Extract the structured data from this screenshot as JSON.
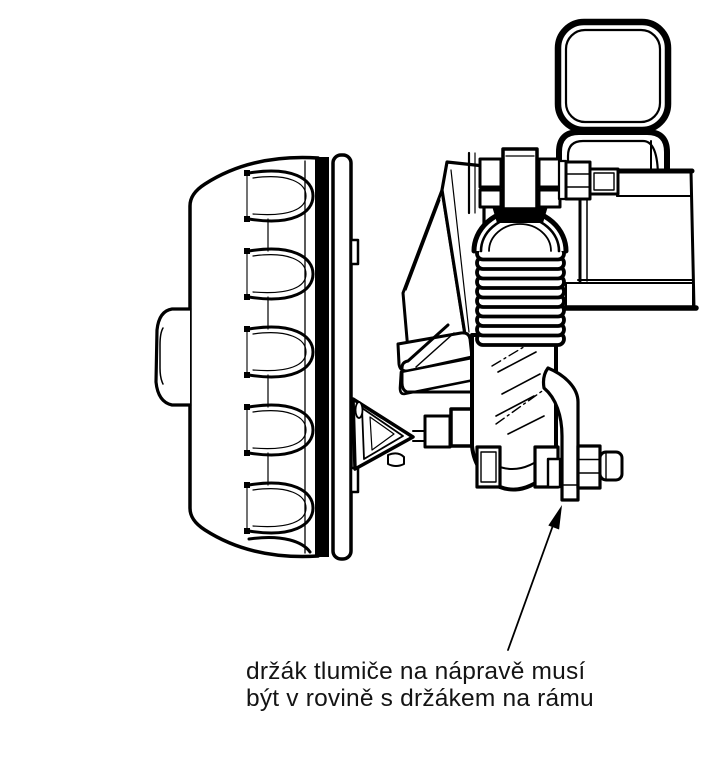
{
  "drawing": {
    "type": "technical-line-drawing",
    "subject": "axle-shock-absorber-mounting",
    "colors": {
      "line": "#000000",
      "background": "#ffffff",
      "annotation_text": "#141414"
    },
    "annotation": {
      "line1": "držák tlumiče na nápravě musí",
      "line2": "být v rovině s držákem na rámu"
    }
  }
}
